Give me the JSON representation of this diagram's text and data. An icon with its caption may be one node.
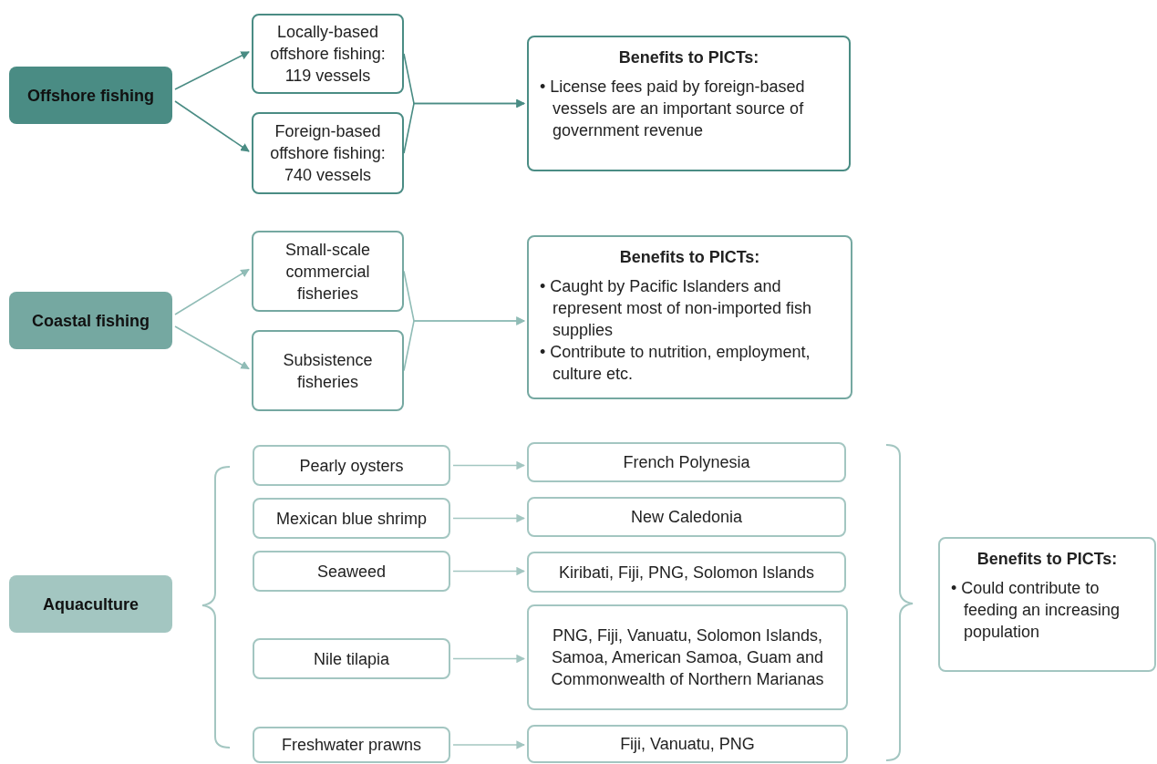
{
  "diagram": {
    "nodes": [
      {
        "text": [
          "Offshore fishing"
        ]
      },
      {
        "text": [
          "Locally-based offshore fishing: 119 vessels"
        ]
      },
      {
        "text": [
          "Foreign-based offshore fishing: 740 vessels"
        ]
      },
      {
        "text": [
          "Benefits to PICTs:",
          "• License fees paid by foreign-based vessels are an important source of government revenue"
        ]
      },
      {
        "text": [
          "Coastal fishing"
        ]
      },
      {
        "text": [
          "Small-scale commercial fisheries"
        ]
      },
      {
        "text": [
          "Subsistence fisheries"
        ]
      },
      {
        "text": [
          "Benefits to PICTs:",
          "• Caught by Pacific Islanders and represent most of non-imported fish supplies",
          "• Contribute to nutrition, employment,  culture etc."
        ]
      },
      {
        "text": [
          "Aquaculture"
        ]
      },
      {
        "text": [
          "Pearly oysters"
        ]
      },
      {
        "text": [
          "French Polynesia"
        ]
      },
      {
        "text": [
          "Mexican blue shrimp"
        ]
      },
      {
        "text": [
          "New Caledonia"
        ]
      },
      {
        "text": [
          "Seaweed"
        ]
      },
      {
        "text": [
          "Kiribati, Fiji, PNG, Solomon Islands"
        ]
      },
      {
        "text": [
          "Nile tilapia"
        ]
      },
      {
        "text": [
          "PNG, Fiji, Vanuatu, Solomon Islands, Samoa, American Samoa, Guam and Commonwealth of Northern Marianas"
        ]
      },
      {
        "text": [
          "Freshwater prawns"
        ]
      },
      {
        "text": [
          "Fiji, Vanuatu, PNG"
        ]
      },
      {
        "text": [
          "Benefits to PICTs:",
          "• Could contribute to feeding an increasing population"
        ]
      }
    ],
    "edges": [
      {
        "from": 0,
        "to": 1,
        "arrow": "to",
        "color": "#4a8c84"
      },
      {
        "from": 0,
        "to": 2,
        "arrow": "to",
        "color": "#4a8c84"
      },
      {
        "from": 1,
        "to": 3,
        "arrow": "to",
        "color": "#4a8c84"
      },
      {
        "from": 2,
        "to": 3,
        "arrow": "to",
        "color": "#4a8c84"
      },
      {
        "from": 4,
        "to": 5,
        "arrow": "to",
        "color": "#90bcb6"
      },
      {
        "from": 4,
        "to": 6,
        "arrow": "to",
        "color": "#90bcb6"
      },
      {
        "from": 5,
        "to": 7,
        "arrow": "to",
        "color": "#90bcb6"
      },
      {
        "from": 6,
        "to": 7,
        "arrow": "to",
        "color": "#90bcb6"
      },
      {
        "from": 9,
        "to": 10,
        "arrow": "to"
      },
      {
        "from": 11,
        "to": 12,
        "arrow": "to"
      },
      {
        "from": 13,
        "to": 14,
        "arrow": "to"
      },
      {
        "from": 15,
        "to": 16,
        "arrow": "to"
      },
      {
        "from": 17,
        "to": 18,
        "arrow": "to"
      }
    ]
  }
}
